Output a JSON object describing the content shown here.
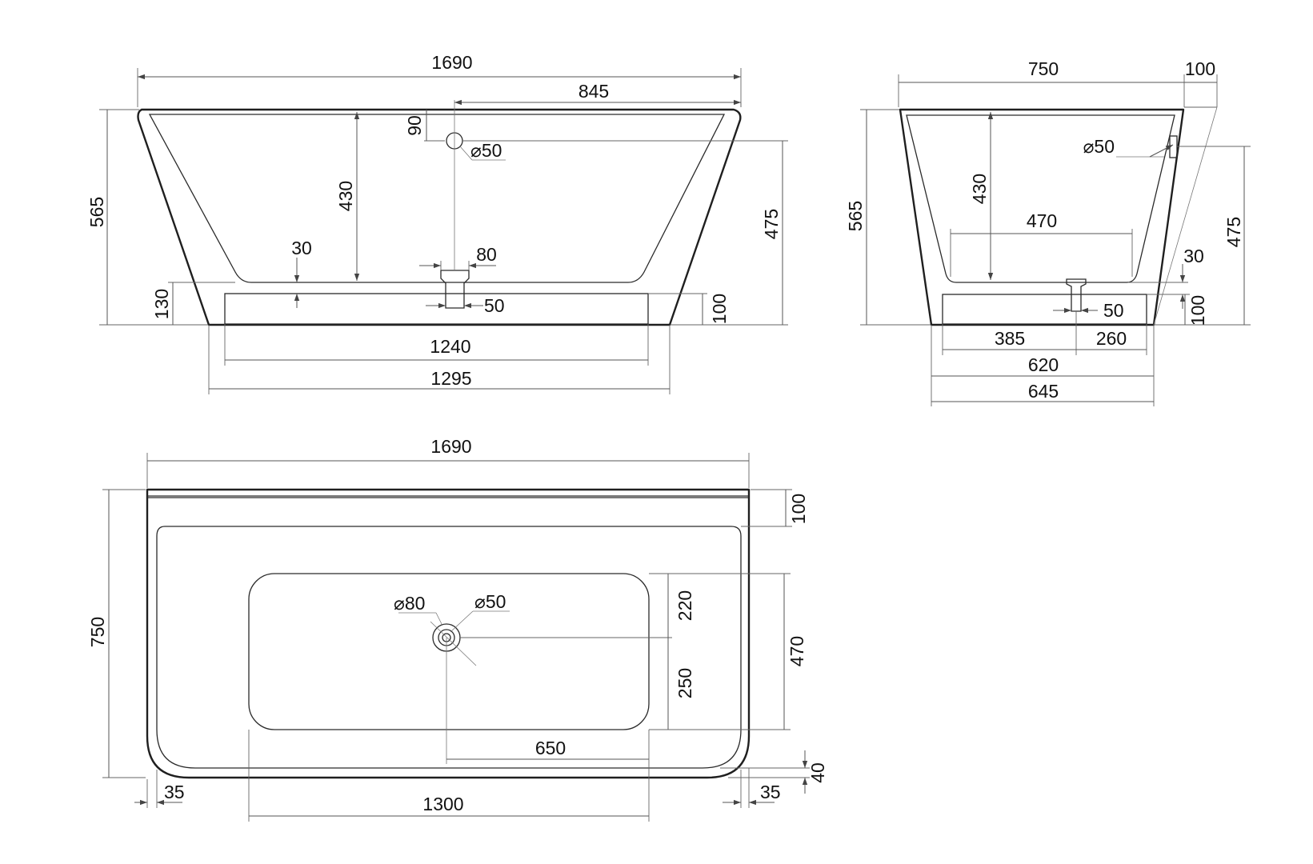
{
  "colors": {
    "background": "#ffffff",
    "outline": "#1f1f1f",
    "dimension_line": "#555555"
  },
  "front_view": {
    "total_length": "1690",
    "half_length": "845",
    "overflow_offset": "90",
    "overflow_diameter": "⌀50",
    "inner_depth": "430",
    "overflow_height": "475",
    "total_height": "565",
    "bottom_thickness": "30",
    "drain_width": "80",
    "drain_pipe": "50",
    "base_height": "130",
    "plinth_height": "100",
    "plinth_length": "1240",
    "bottom_length": "1295"
  },
  "side_view": {
    "total_width": "750",
    "rim_offset": "100",
    "overflow_diameter": "⌀50",
    "inner_depth": "430",
    "bottom_inner_width": "470",
    "total_height": "565",
    "overflow_height": "475",
    "bottom_thickness": "30",
    "drain_pipe": "50",
    "plinth_height": "100",
    "drain_offset_left": "385",
    "drain_offset_right": "260",
    "plinth_width": "620",
    "bottom_width": "645"
  },
  "top_view": {
    "total_length": "1690",
    "total_width": "750",
    "back_rim": "100",
    "drain_diameter": "⌀80",
    "drain_hole": "⌀50",
    "drain_to_top": "220",
    "drain_to_bottom": "250",
    "inner_width": "470",
    "drain_to_end": "650",
    "inner_length": "1300",
    "side_wall_left": "35",
    "side_wall_right": "35",
    "front_wall": "40"
  }
}
